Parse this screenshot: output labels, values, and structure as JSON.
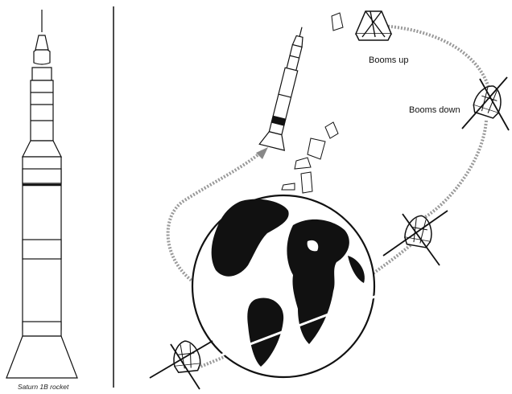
{
  "rocket_caption": "Saturn 1B rocket",
  "labels": {
    "booms_up": "Booms up",
    "booms_down": "Booms down"
  },
  "icons": [
    "saturn-1b-rocket-icon",
    "launch-rocket-icon",
    "satellite-icon",
    "earth-globe-icon"
  ],
  "colors": {
    "ink": "#111111",
    "path": "#9a9a9a",
    "land": "#111111",
    "ocean": "#ffffff"
  }
}
